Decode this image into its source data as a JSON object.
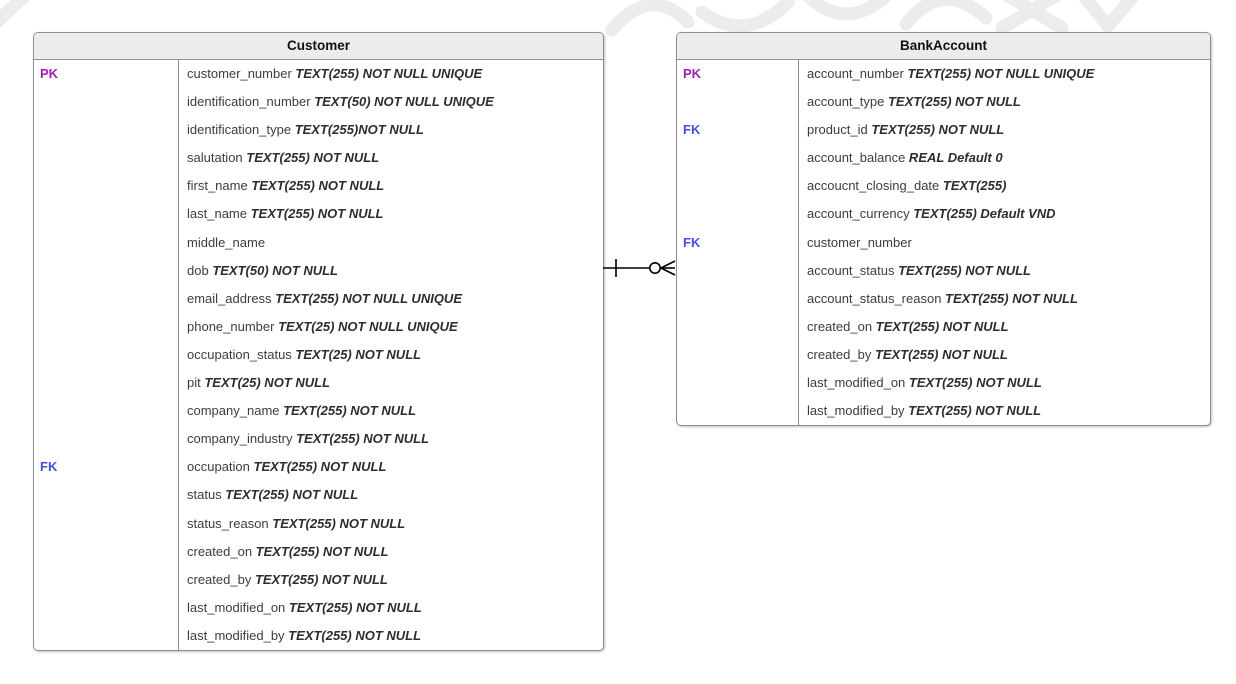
{
  "diagram": {
    "colors": {
      "pk_text": "#a21cb5",
      "fk_text": "#4350e0",
      "header_bg": "#ececec",
      "table_border": "#8f8f8f",
      "field_text": "#3d3d3d",
      "connector_line": "#000000",
      "watermark": "#ececec"
    },
    "tables": [
      {
        "name": "Customer",
        "fields": [
          {
            "key": "PK",
            "name": "customer_number",
            "type": "TEXT(255) NOT NULL UNIQUE"
          },
          {
            "key": "",
            "name": "identification_number",
            "type": "TEXT(50) NOT NULL UNIQUE"
          },
          {
            "key": "",
            "name": "identification_type",
            "type": "TEXT(255)NOT NULL"
          },
          {
            "key": "",
            "name": "salutation",
            "type": "TEXT(255) NOT NULL"
          },
          {
            "key": "",
            "name": "first_name",
            "type": "TEXT(255) NOT NULL"
          },
          {
            "key": "",
            "name": "last_name",
            "type": "TEXT(255) NOT NULL"
          },
          {
            "key": "",
            "name": "middle_name",
            "type": ""
          },
          {
            "key": "",
            "name": "dob",
            "type": "TEXT(50) NOT NULL"
          },
          {
            "key": "",
            "name": "email_address",
            "type": "TEXT(255) NOT NULL UNIQUE"
          },
          {
            "key": "",
            "name": "phone_number",
            "type": "TEXT(25) NOT NULL UNIQUE"
          },
          {
            "key": "",
            "name": "occupation_status",
            "type": "TEXT(25) NOT NULL"
          },
          {
            "key": "",
            "name": "pit",
            "type": "TEXT(25) NOT NULL"
          },
          {
            "key": "",
            "name": "company_name",
            "type": "TEXT(255) NOT NULL"
          },
          {
            "key": "",
            "name": "company_industry",
            "type": "TEXT(255) NOT NULL"
          },
          {
            "key": "FK",
            "name": "occupation",
            "type": "TEXT(255) NOT NULL"
          },
          {
            "key": "",
            "name": "status",
            "type": "TEXT(255) NOT NULL"
          },
          {
            "key": "",
            "name": "status_reason",
            "type": "TEXT(255) NOT NULL"
          },
          {
            "key": "",
            "name": "created_on",
            "type": "TEXT(255) NOT NULL"
          },
          {
            "key": "",
            "name": "created_by",
            "type": "TEXT(255) NOT NULL"
          },
          {
            "key": "",
            "name": "last_modified_on",
            "type": "TEXT(255) NOT NULL"
          },
          {
            "key": "",
            "name": "last_modified_by",
            "type": "TEXT(255) NOT NULL"
          }
        ]
      },
      {
        "name": "BankAccount",
        "fields": [
          {
            "key": "PK",
            "name": "account_number",
            "type": "TEXT(255) NOT NULL UNIQUE"
          },
          {
            "key": "",
            "name": "account_type",
            "type": "TEXT(255) NOT NULL"
          },
          {
            "key": "FK",
            "name": "product_id",
            "type": "TEXT(255) NOT NULL"
          },
          {
            "key": "",
            "name": "account_balance",
            "type": "REAL Default 0"
          },
          {
            "key": "",
            "name": "accoucnt_closing_date",
            "type": "TEXT(255)"
          },
          {
            "key": "",
            "name": "account_currency",
            "type": "TEXT(255) Default VND"
          },
          {
            "key": "FK",
            "name": "customer_number",
            "type": ""
          },
          {
            "key": "",
            "name": "account_status",
            "type": "TEXT(255) NOT NULL"
          },
          {
            "key": "",
            "name": "account_status_reason",
            "type": "TEXT(255) NOT NULL"
          },
          {
            "key": "",
            "name": "created_on",
            "type": "TEXT(255) NOT NULL"
          },
          {
            "key": "",
            "name": "created_by",
            "type": "TEXT(255) NOT NULL"
          },
          {
            "key": "",
            "name": "last_modified_on",
            "type": "TEXT(255) NOT NULL"
          },
          {
            "key": "",
            "name": "last_modified_by",
            "type": "TEXT(255) NOT NULL"
          }
        ]
      }
    ],
    "relationship": {
      "from_table": "Customer",
      "to_table": "BankAccount",
      "from_cardinality": "one",
      "to_cardinality": "zero-or-many"
    }
  }
}
